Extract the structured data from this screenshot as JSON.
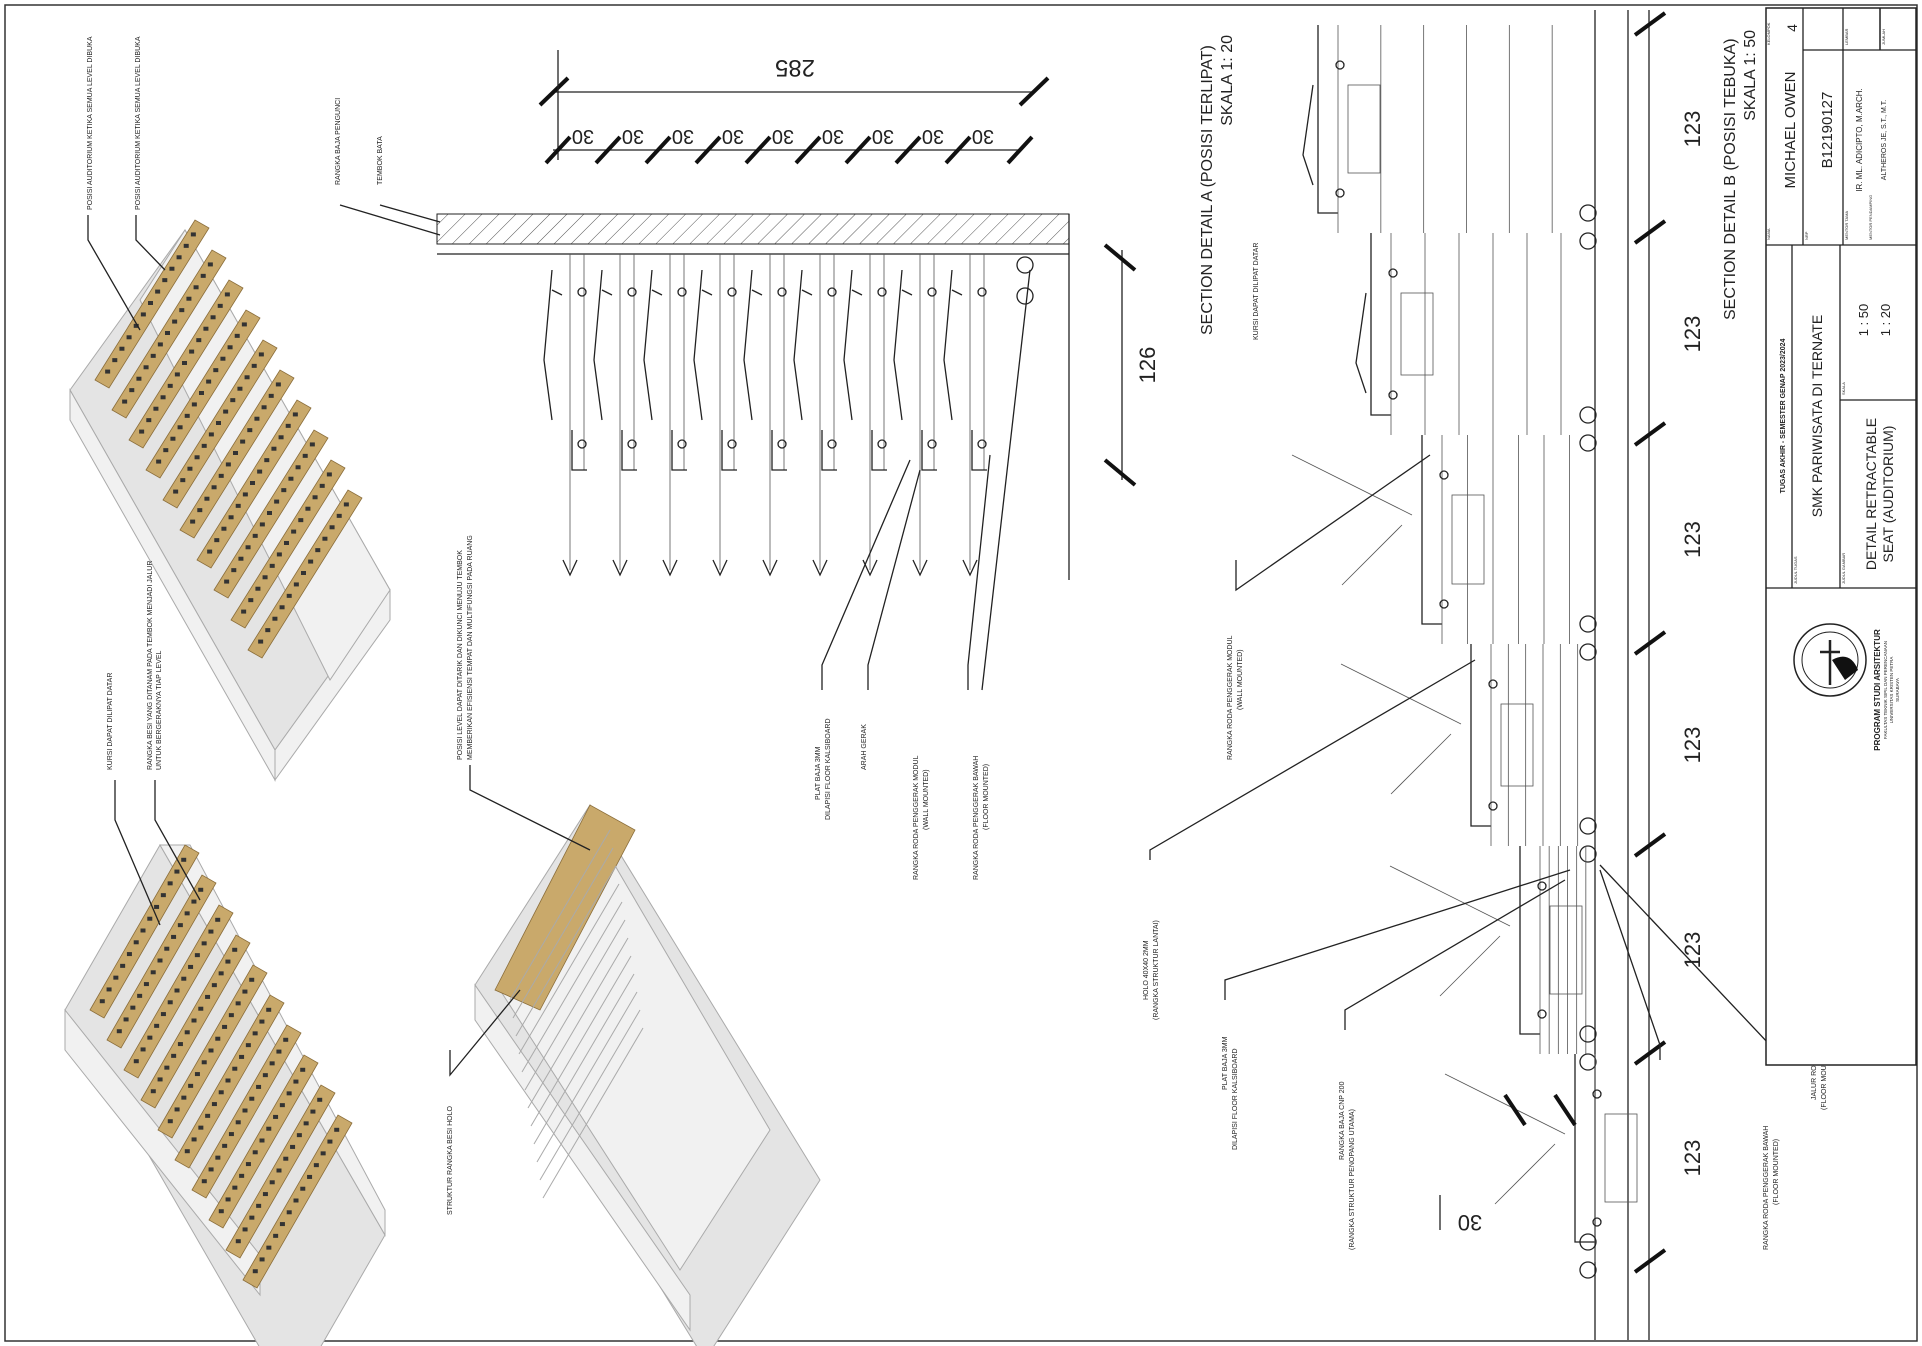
{
  "iso_views": {
    "view1_labels": [
      "POSISI AUDITORIUM KETIKA SEMUA LEVEL DIBUKA",
      "POSISI AUDITORIUM KETIKA SEMUA LEVEL DIBUKA"
    ],
    "view2_labels": [
      "KURSI DAPAT DILIPAT DATAR",
      "RANGKA BESI YANG DITANAM PADA TEMBOK MENJADI JALUR",
      "UNTUK BERGERAKNYA TIAP LEVEL"
    ],
    "view3_labels": [
      "POSISI LEVEL DAPAT DITARIK DAN DIKUNCI MENUJU TEMBOK",
      "MEMBERIKAN EFISIENSI TEMPAT DAN MULTIFUNGSI PADA RUANG",
      "STRUKTUR RANGKA BESI HOLO"
    ]
  },
  "section_a": {
    "title": "SECTION DETAIL A (POSISI TERLIPAT)",
    "scale": "SKALA 1: 20",
    "dim_total": "285",
    "dim_modules": [
      "30",
      "30",
      "30",
      "30",
      "30",
      "30",
      "30",
      "30",
      "30"
    ],
    "dim_depth": "126",
    "labels": {
      "frame": "RANGKA BAJA PENGUNCI",
      "wall": "TEMBOK BATA",
      "plate_1": "PLAT BAJA 3MM",
      "plate_2": "DILAPISI FLOOR KALSIBOARD",
      "direction": "ARAH GERAK",
      "wall_roller_1": "RANGKA RODA PENGGERAK MODUL",
      "wall_roller_2": "(WALL MOUNTED)",
      "floor_roller_1": "RANGKA RODA PENGGERAK BAWAH",
      "floor_roller_2": "(FLOOR MOUNTED)",
      "chair": "KURSI DAPAT DILIPAT DATAR"
    }
  },
  "section_b": {
    "title": "SECTION DETAIL B (POSISI TEBUKA)",
    "scale": "SKALA 1: 50",
    "dim_tiers": [
      "123",
      "123",
      "123",
      "123",
      "123",
      "123"
    ],
    "dim_riser": "30",
    "labels": {
      "wall_roller_1": "RANGKA RODA PENGGERAK MODUL",
      "wall_roller_2": "(WALL MOUNTED)",
      "holo_1": "HOLO 40X40 2MM",
      "holo_2": "(RANGKA STRUKTUR LANTAI)",
      "plate_1": "PLAT BAJA 3MM",
      "plate_2": "DILAPISI FLOOR KALSIBOARD",
      "cnp_1": "RANGKA BAJA CNP 200",
      "cnp_2": "(RANGKA STRUKTUR PENOPANG UTAMA)",
      "floor_roller_1": "RANGKA RODA PENGGERAK BAWAH",
      "floor_roller_2": "(FLOOR MOUNTED)",
      "track_1": "JALUR RODA",
      "track_2": "(FLOOR MOUNTED)"
    }
  },
  "title_block": {
    "nama_label": "NAMA",
    "nama": "MICHAEL OWEN",
    "nrp_label": "NRP",
    "nrp": "B12190127",
    "kelompok_label": "KELOMPOK",
    "kelompok": "4",
    "lembar_label": "LEMBAR",
    "jumlah_label": "JUMLAH",
    "mentor_label": "MENTOR TAMA",
    "mentor": "IR. ML. ADICIPTO, M.ARCH.",
    "mentor2_label": "MENTOR PENDAMPING",
    "mentor2": "ALTHEROS JE, S.T., M.T.",
    "semester": "TUGAS AKHIR - SEMESTER GENAP 2023/2024",
    "judul_tugas_label": "JUDUL TUGAS",
    "judul_tugas": "SMK PARIWISATA DI TERNATE",
    "judul_gambar_label": "JUDUL GAMBAR",
    "judul_gambar_1": "DETAIL RETRACTABLE",
    "judul_gambar_2": "SEAT (AUDITORIUM)",
    "skala_label": "SKALA",
    "skala_1": "1 : 50",
    "skala_2": "1 : 20",
    "program": "PROGRAM STUDI ARSITEKTUR",
    "faculty_1": "FAKULTAS TEKNIK SIPIL DAN PERENCANAAN",
    "faculty_2": "UNIVERSITAS KRISTEN PETRA",
    "faculty_3": "SURABAYA",
    "logo_text": "UNIVERSITAS KRISTEN PETRA"
  }
}
